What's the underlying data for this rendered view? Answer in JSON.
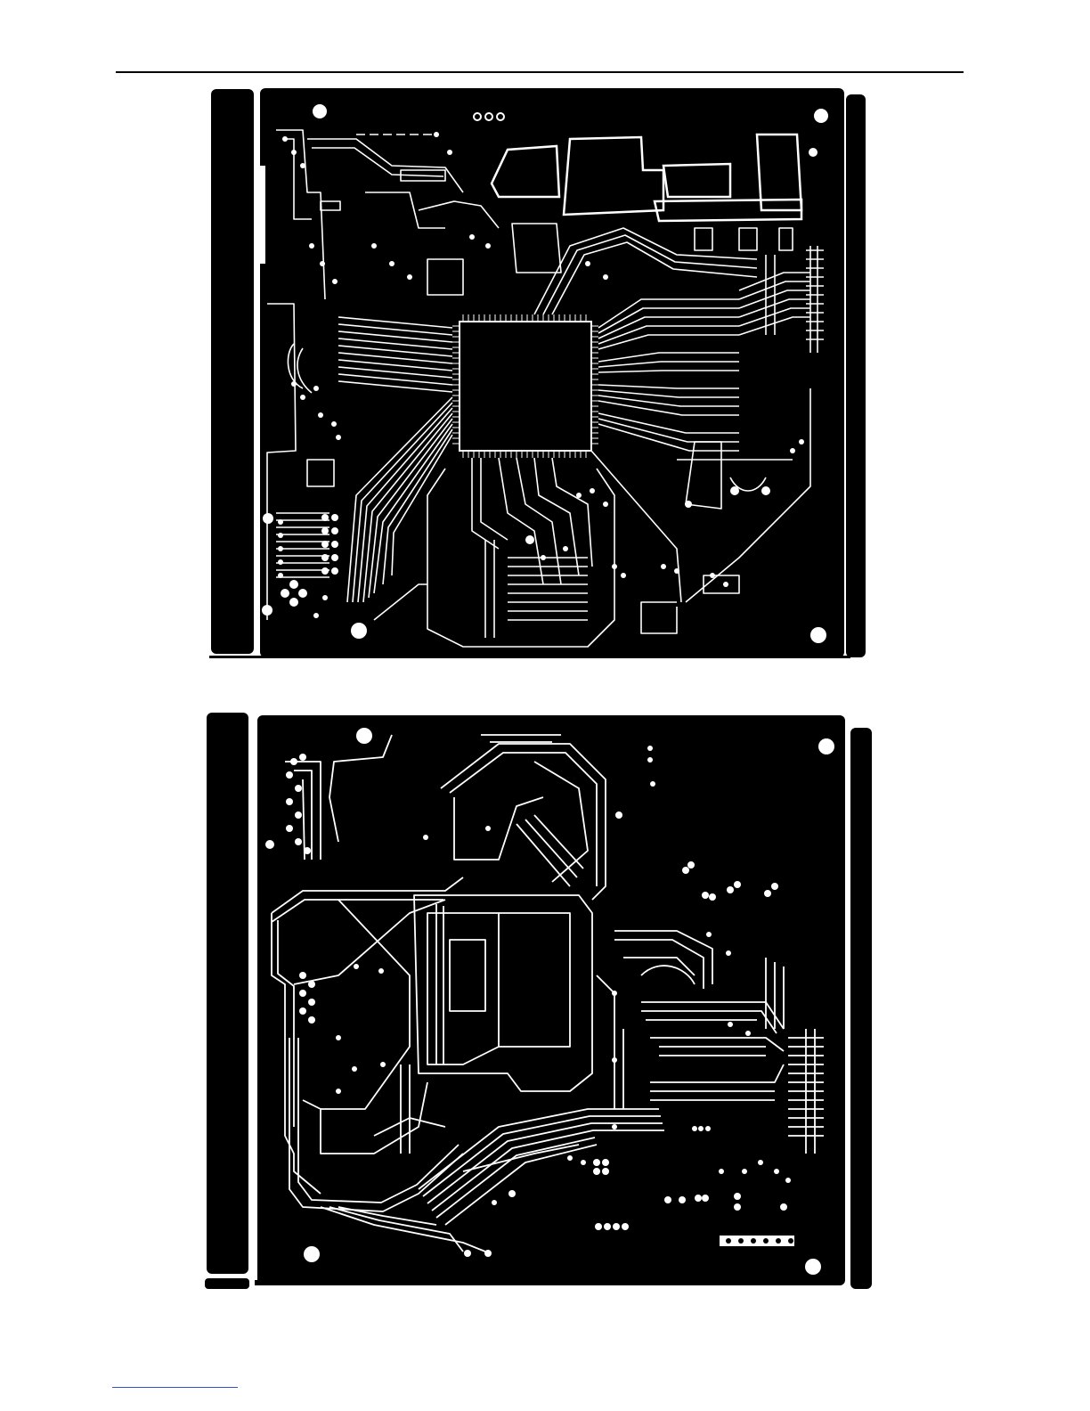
{
  "page": {
    "type": "PCB layout print page",
    "colors": {
      "board": "#000000",
      "trace": "#ffffff",
      "page": "#ffffff",
      "footer_rule": "#3355cc"
    }
  },
  "figures": [
    {
      "name": "pcb-top-layer",
      "layer": "top"
    },
    {
      "name": "pcb-bottom-layer",
      "layer": "bottom"
    }
  ]
}
